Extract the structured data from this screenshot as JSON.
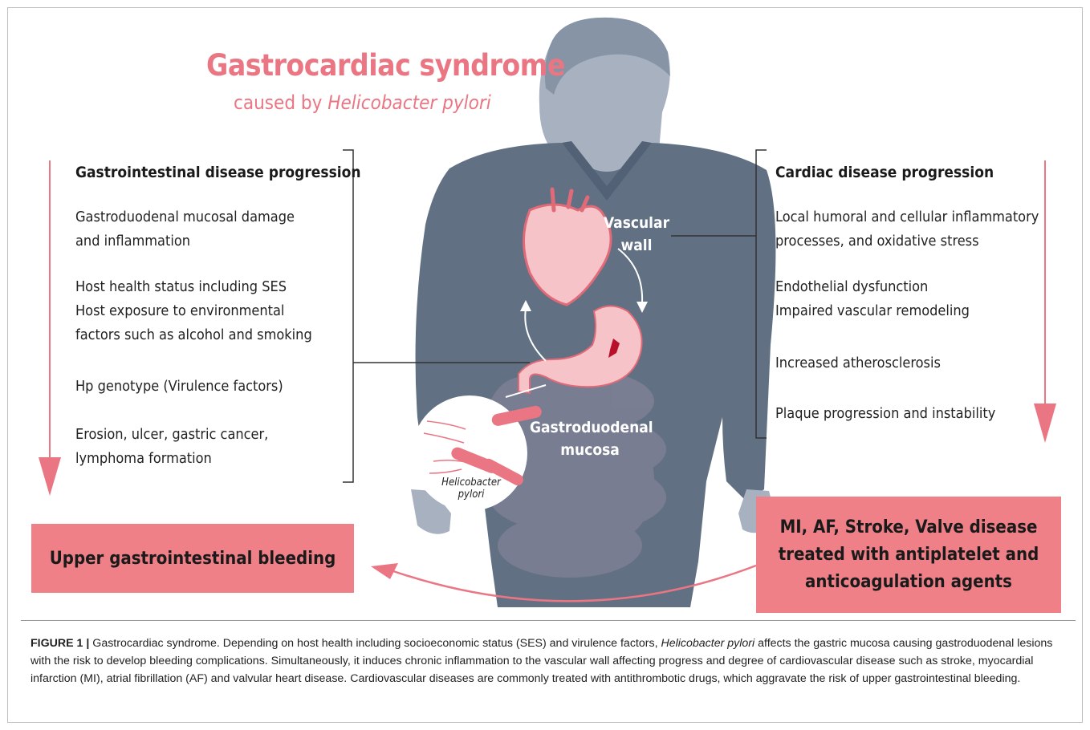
{
  "title": "Gastrocardiac syndrome",
  "subtitle": {
    "prefix": "caused by ",
    "organism": "Helicobacter pylori"
  },
  "left_section": {
    "heading": "Gastrointestinal disease progression",
    "items": [
      "Gastroduodenal mucosal damage\nand inflammation",
      "Host health status including SES\nHost exposure to environmental\nfactors such as alcohol and smoking",
      "Hp genotype (Virulence factors)",
      "Erosion, ulcer, gastric cancer,\nlymphoma formation"
    ]
  },
  "right_section": {
    "heading": "Cardiac disease progression",
    "items": [
      "Local humoral and cellular inflammatory\nprocesses, and oxidative stress",
      "Endothelial dysfunction\nImpaired vascular remodeling",
      "Increased atherosclerosis",
      "Plaque progression and instability"
    ]
  },
  "body_labels": {
    "vascular_wall": "Vascular\nwall",
    "gastroduodenal_mucosa": "Gastroduodenal\nmucosa",
    "bacteria": "Helicobacter pylori"
  },
  "outcome_left": "Upper gastrointestinal bleeding",
  "outcome_right": "MI, AF, Stroke, Valve disease\ntreated with antiplatelet and\nanticoagulation agents",
  "caption": {
    "label": "FIGURE 1 |",
    "text_before_italic": " Gastrocardiac syndrome. Depending on host health including socioeconomic status (SES) and virulence factors, ",
    "italic": "Helicobacter pylori",
    "text_after_italic": " affects the gastric mucosa causing gastroduodenal lesions with the risk to develop bleeding complications. Simultaneously, it induces chronic inflammation to the vascular wall affecting progress and degree of cardiovascular disease such as stroke, myocardial infarction (MI), atrial fibrillation (AF) and valvular heart disease. Cardiovascular diseases are commonly treated with antithrombotic drugs, which aggravate the risk of upper gastrointestinal bleeding."
  },
  "colors": {
    "accent": "#ea7684",
    "box": "#f08088",
    "body": "#617083",
    "head": "#a9b2c1",
    "heart": "#f5c3c8"
  }
}
